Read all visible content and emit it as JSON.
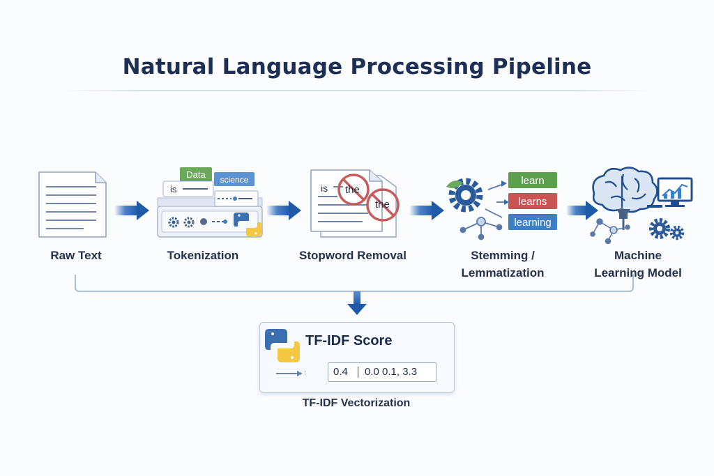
{
  "title": "Natural Language Processing Pipeline",
  "stages": [
    {
      "label": "Raw Text",
      "icon": "document-icon"
    },
    {
      "label": "Tokenization",
      "icon": "token-cards-icon",
      "tokens": {
        "data": "Data",
        "science": "science",
        "is": "is"
      }
    },
    {
      "label": "Stopword Removal",
      "icon": "crossed-out-document-icon",
      "words": {
        "is": "is",
        "the1": "the",
        "the2": "the"
      }
    },
    {
      "label_line1": "Stemming /",
      "label_line2": "Lemmatization",
      "icon": "gear-icon",
      "outputs": [
        "learn",
        "learns",
        "learning"
      ]
    },
    {
      "label_line1": "Machine",
      "label_line2": "Learning Model",
      "icon": "brain-icon"
    }
  ],
  "result": {
    "title": "TF-IDF Score",
    "vector_first": "0.4",
    "vector_rest": "0.0 0.1, 3.3",
    "caption": "TF-IDF Vectorization"
  },
  "colors": {
    "navy": "#1d2f55",
    "arrow_blue": "#2360b0",
    "token_green": "#5b9e4c",
    "token_red": "#c95454",
    "token_blue": "#3d7fc4",
    "stop_red": "#c75c5c",
    "python_blue": "#3a6fb0",
    "python_yellow": "#f4c842"
  }
}
